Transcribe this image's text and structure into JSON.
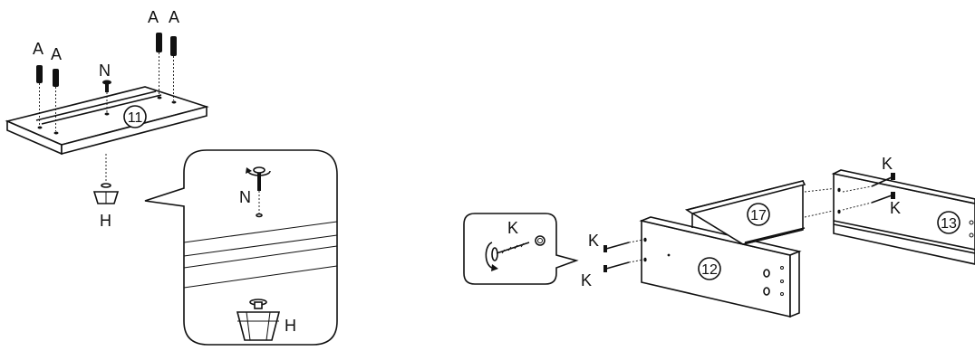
{
  "labels": {
    "dowel": "A",
    "bolt": "N",
    "foot": "H",
    "screw": "K"
  },
  "parts": {
    "bottom_panel": "11",
    "front_panel": "12",
    "side_panel": "13",
    "back_panel": "17"
  },
  "icons": {
    "rotation": "clockwise-arrow-icon",
    "dowel": "wooden-dowel-icon",
    "cam_bolt": "cam-bolt-icon",
    "screw": "screw-icon",
    "foot": "adjustable-foot-icon"
  }
}
